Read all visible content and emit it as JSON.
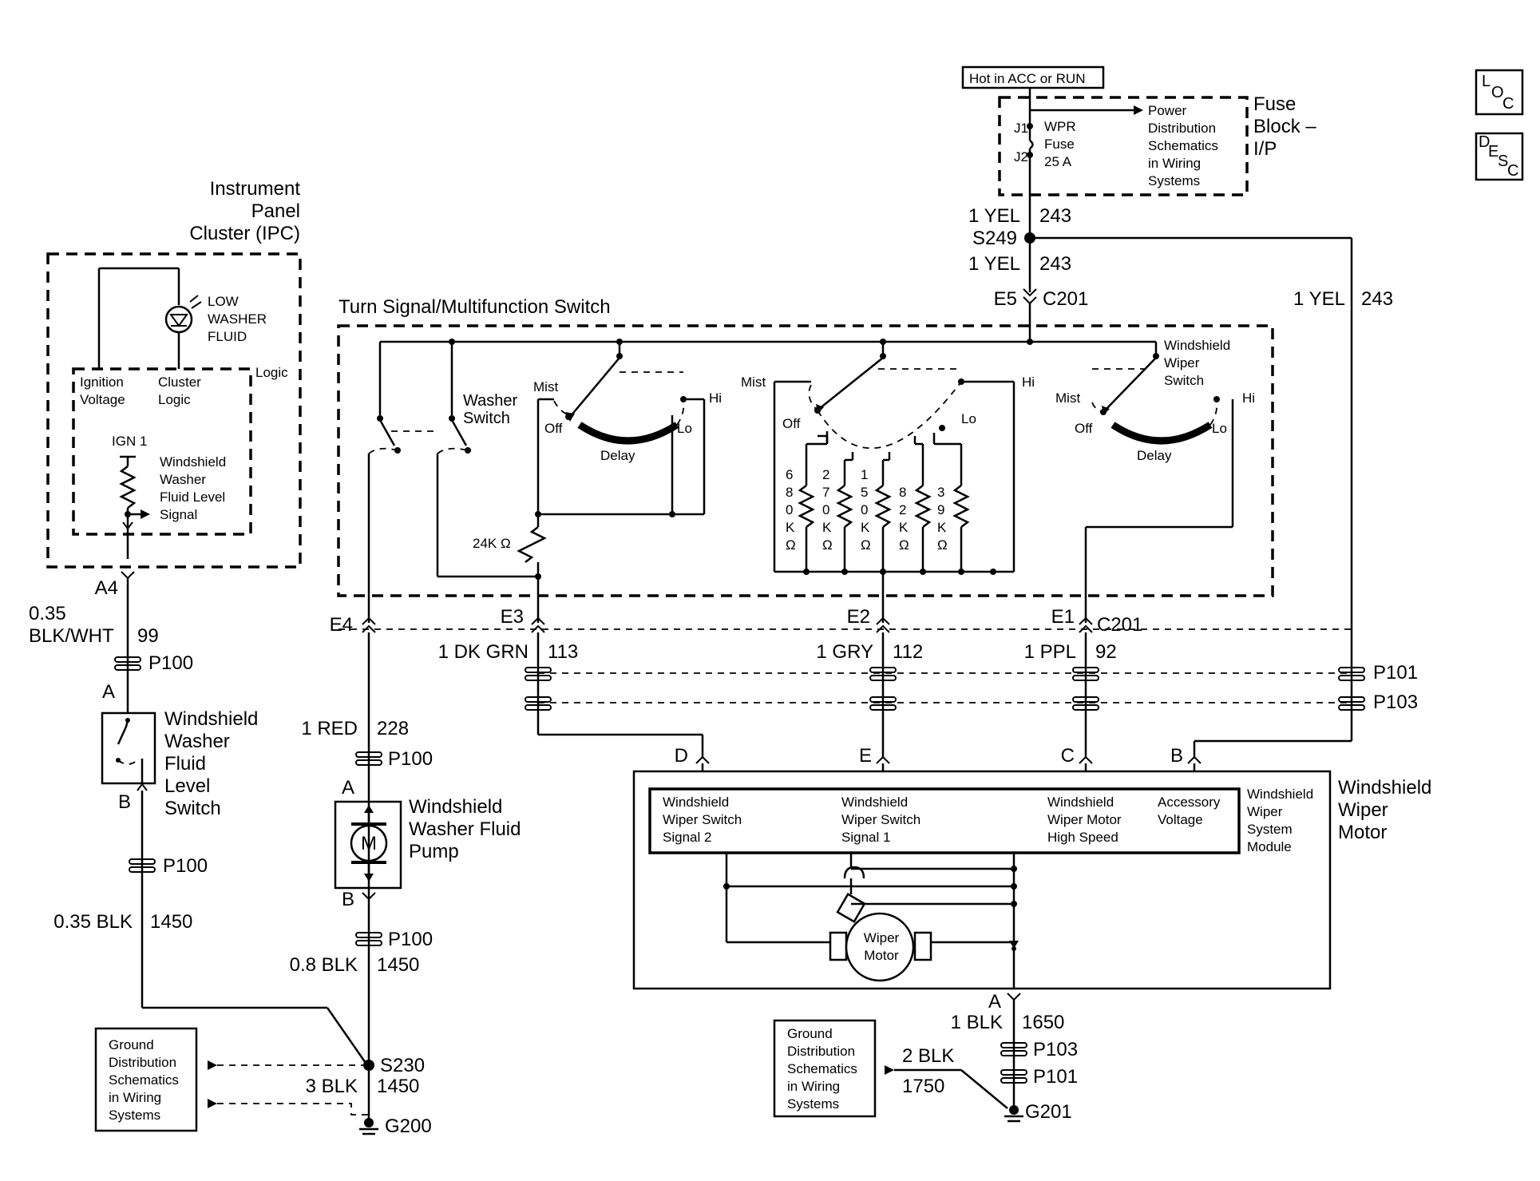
{
  "badges": {
    "loc": "LOC",
    "desc": "DESC"
  },
  "power": {
    "hot_label": "Hot in ACC or RUN",
    "fuse_block": [
      "Fuse",
      "Block –",
      "I/P"
    ],
    "fuse_name": [
      "WPR",
      "Fuse",
      "25 A"
    ],
    "j1": "J1",
    "j2": "J2",
    "power_dist": [
      "Power",
      "Distribution",
      "Schematics",
      "in Wiring",
      "Systems"
    ],
    "w1_color": "1 YEL",
    "w1_circuit": "243",
    "splice": "S249",
    "w2_color": "1 YEL",
    "w2_circuit": "243",
    "conn_pin": "E5",
    "conn": "C201",
    "right_color": "1 YEL",
    "right_circuit": "243"
  },
  "ipc": {
    "title": [
      "Instrument",
      "Panel",
      "Cluster (IPC)"
    ],
    "lamp": [
      "LOW",
      "WASHER",
      "FLUID"
    ],
    "logic": "Logic",
    "ign_voltage": [
      "Ignition",
      "Voltage"
    ],
    "cluster_logic": [
      "Cluster",
      "Logic"
    ],
    "ign1": "IGN 1",
    "signal": [
      "Windshield",
      "Washer",
      "Fluid Level",
      "Signal"
    ],
    "pin": "A4",
    "wire_color": [
      "0.35",
      "BLK/WHT"
    ],
    "wire_circuit": "99"
  },
  "level_switch": {
    "p100a": "P100",
    "pin_a": "A",
    "name": [
      "Windshield",
      "Washer",
      "Fluid",
      "Level",
      "Switch"
    ],
    "pin_b": "B",
    "p100b": "P100",
    "wire_color": "0.35 BLK",
    "wire_circuit": "1450"
  },
  "multi_switch": {
    "title": "Turn Signal/Multifunction Switch",
    "washer": [
      "Washer",
      "Switch"
    ],
    "mist": "Mist",
    "off": "Off",
    "delay": "Delay",
    "hi": "Hi",
    "lo": "Lo",
    "res24": "24K Ω",
    "ladder": [
      {
        "v": [
          "6",
          "8",
          "0",
          "K",
          "Ω"
        ]
      },
      {
        "v": [
          "2",
          "7",
          "0",
          "K",
          "Ω"
        ]
      },
      {
        "v": [
          "1",
          "5",
          "0",
          "K",
          "Ω"
        ]
      },
      {
        "v": [
          "8",
          "2",
          "K",
          "Ω"
        ]
      },
      {
        "v": [
          "3",
          "9",
          "K",
          "Ω"
        ]
      }
    ],
    "wiper_switch": [
      "Windshield",
      "Wiper",
      "Switch"
    ],
    "pins": {
      "e4": "E4",
      "e3": "E3",
      "e2": "E2",
      "e1": "E1"
    },
    "conn": "C201"
  },
  "wires": {
    "e3_color": "1 DK GRN",
    "e3_circuit": "113",
    "e2_color": "1 GRY",
    "e2_circuit": "112",
    "e1_color": "1 PPL",
    "e1_circuit": "92",
    "p101": "P101",
    "p103": "P103",
    "red_color": "1 RED",
    "red_circuit": "228",
    "red_p100": "P100"
  },
  "pump": {
    "pin_a": "A",
    "motor": "M",
    "name": [
      "Windshield",
      "Washer Fluid",
      "Pump"
    ],
    "pin_b": "B",
    "p100": "P100",
    "wire_color": "0.8 BLK",
    "wire_circuit": "1450"
  },
  "ground_left": {
    "box": [
      "Ground",
      "Distribution",
      "Schematics",
      "in Wiring",
      "Systems"
    ],
    "splice": "S230",
    "wire_color": "3 BLK",
    "wire_circuit": "1450",
    "ground": "G200"
  },
  "wiper_motor": {
    "pins": {
      "d": "D",
      "e": "E",
      "c": "C",
      "b": "B",
      "a": "A"
    },
    "name": [
      "Windshield",
      "Wiper",
      "Motor"
    ],
    "module": [
      "Windshield",
      "Wiper",
      "System",
      "Module"
    ],
    "sig2": [
      "Windshield",
      "Wiper Switch",
      "Signal 2"
    ],
    "sig1": [
      "Windshield",
      "Wiper Switch",
      "Signal 1"
    ],
    "high": [
      "Windshield",
      "Wiper Motor",
      "High Speed"
    ],
    "acc": [
      "Accessory",
      "Voltage"
    ],
    "motor": [
      "Wiper",
      "Motor"
    ]
  },
  "ground_right": {
    "box": [
      "Ground",
      "Distribution",
      "Schematics",
      "in Wiring",
      "Systems"
    ],
    "w1_color": "1 BLK",
    "w1_circuit": "1650",
    "p103": "P103",
    "p101": "P101",
    "w2_color": "2 BLK",
    "w2_circuit": "1750",
    "ground": "G201"
  }
}
